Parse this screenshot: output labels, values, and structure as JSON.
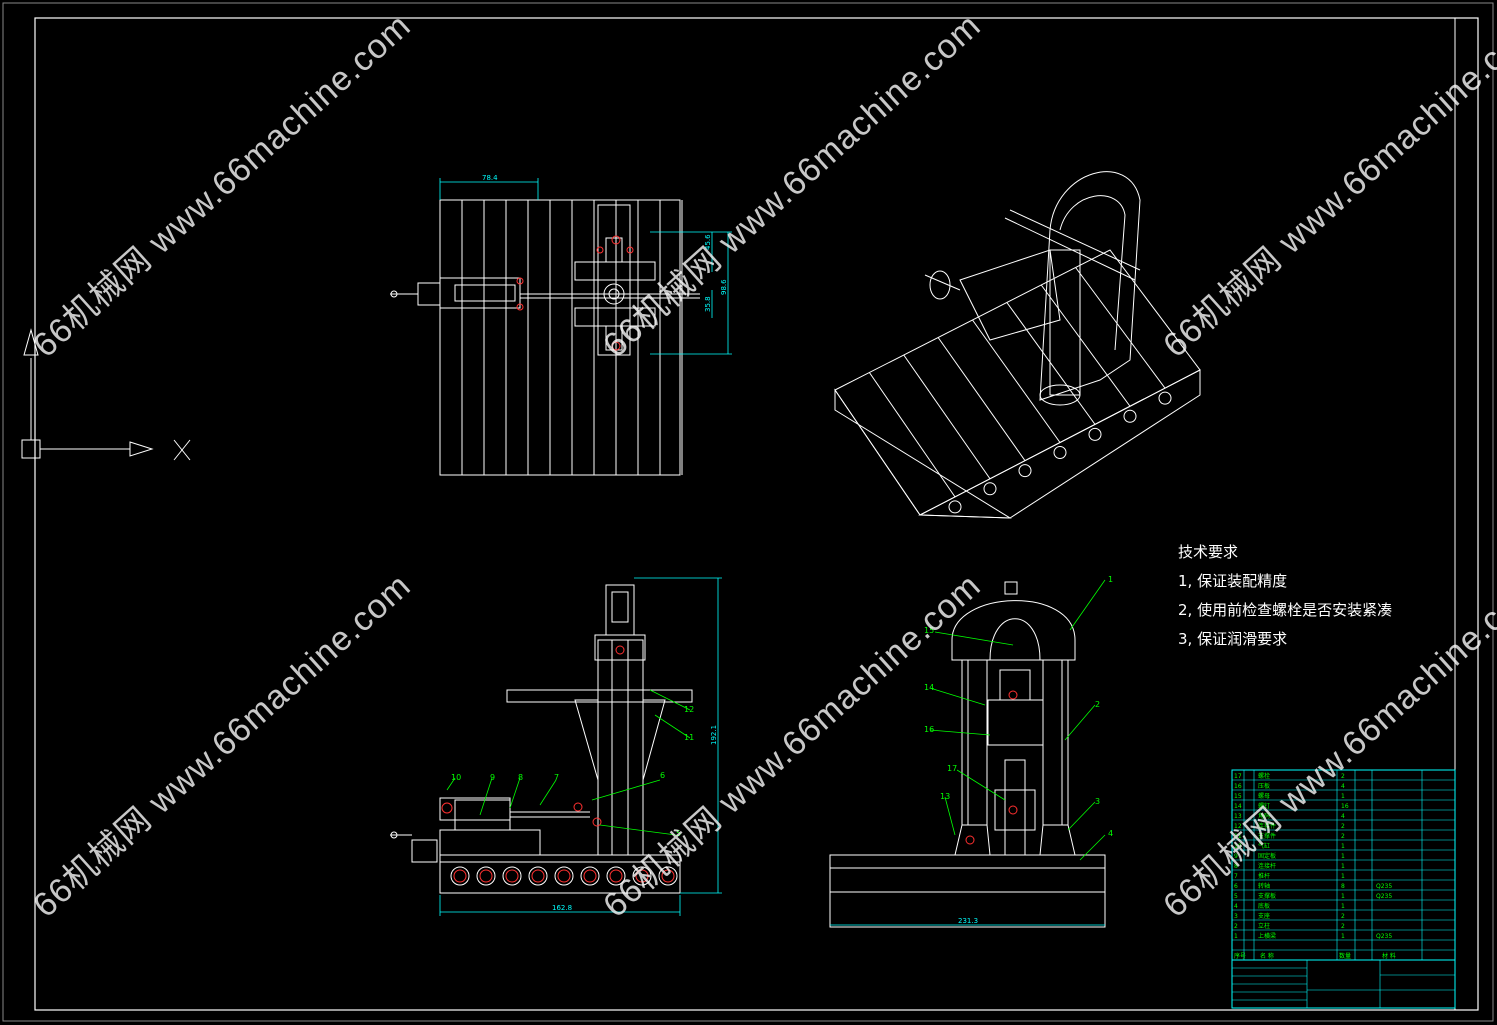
{
  "drawing": {
    "axis_label": "X",
    "dimensions": {
      "top_width": "78.4",
      "top_v1": "45.6",
      "top_v2": "98.6",
      "top_v3": "35.8",
      "front_height": "192.1",
      "front_width": "162.8",
      "side_width": "231.3"
    },
    "callouts_front": [
      "10",
      "9",
      "8",
      "7",
      "6",
      "5",
      "12",
      "11"
    ],
    "callouts_side": [
      "1",
      "2",
      "3",
      "4",
      "13",
      "14",
      "15",
      "16",
      "17"
    ]
  },
  "tech_requirements": {
    "title": "技术要求",
    "items": [
      "1, 保证装配精度",
      "2, 使用前检查螺栓是否安装紧凑",
      "3, 保证润滑要求"
    ]
  },
  "bom": {
    "rows": [
      {
        "no": "17",
        "name": "螺栓",
        "qty": "2",
        "mat": ""
      },
      {
        "no": "16",
        "name": "压板",
        "qty": "4",
        "mat": ""
      },
      {
        "no": "15",
        "name": "螺母",
        "qty": "1",
        "mat": ""
      },
      {
        "no": "14",
        "name": "螺钉",
        "qty": "16",
        "mat": ""
      },
      {
        "no": "13",
        "name": "角码",
        "qty": "4",
        "mat": ""
      },
      {
        "no": "12",
        "name": "连接件",
        "qty": "2",
        "mat": ""
      },
      {
        "no": "11",
        "name": "支撑件",
        "qty": "2",
        "mat": ""
      },
      {
        "no": "10",
        "name": "气缸",
        "qty": "1",
        "mat": ""
      },
      {
        "no": "9",
        "name": "固定板",
        "qty": "1",
        "mat": ""
      },
      {
        "no": "8",
        "name": "连接杆",
        "qty": "1",
        "mat": ""
      },
      {
        "no": "7",
        "name": "推杆",
        "qty": "1",
        "mat": ""
      },
      {
        "no": "6",
        "name": "转轴",
        "qty": "8",
        "mat": "Q235"
      },
      {
        "no": "5",
        "name": "支撑板",
        "qty": "1",
        "mat": "Q235"
      },
      {
        "no": "4",
        "name": "底板",
        "qty": "1",
        "mat": ""
      },
      {
        "no": "3",
        "name": "支座",
        "qty": "2",
        "mat": ""
      },
      {
        "no": "2",
        "name": "立柱",
        "qty": "2",
        "mat": ""
      },
      {
        "no": "1",
        "name": "上横梁",
        "qty": "1",
        "mat": "Q235"
      }
    ],
    "header": [
      "序号",
      "名 称",
      "数量",
      "材 料"
    ]
  },
  "watermarks": [
    "66机械网 www.66machine.com"
  ],
  "colors": {
    "line": "#ffffff",
    "dim": "#00ffff",
    "callout": "#00ff00",
    "red": "#ff3030",
    "frame": "#ffffff"
  }
}
